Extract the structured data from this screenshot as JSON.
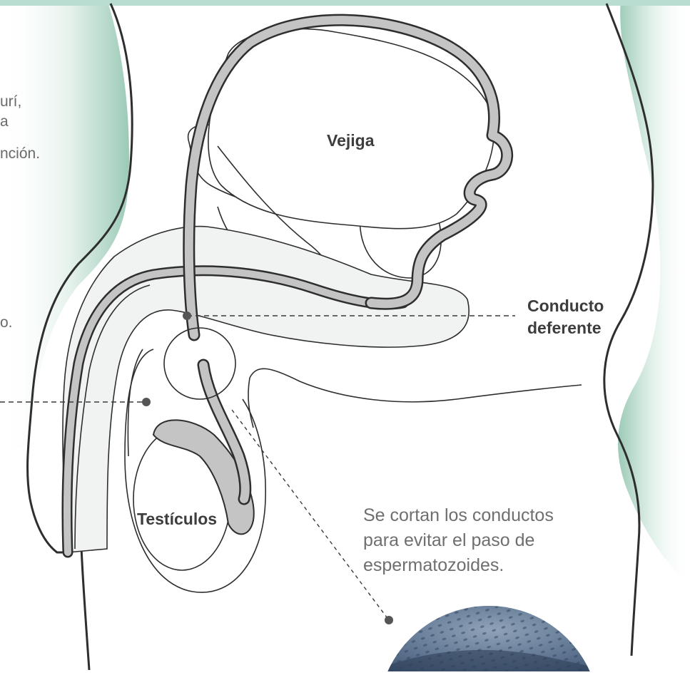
{
  "left_cut_text": {
    "line1": "urí,",
    "line2": "a",
    "line3": "nción.",
    "line4": "o."
  },
  "labels": {
    "bladder": "Vejiga",
    "vas_deferens": [
      "Conducto",
      "deferente"
    ],
    "testicles": "Testículos"
  },
  "caption": [
    "Se cortan los conductos",
    "para evitar el paso de",
    "espermatozoides."
  ],
  "colors": {
    "top_band": "#b9ddd0",
    "side_gradient": "#9ccab7",
    "outline": "#2e2e2e",
    "duct_fill": "#c4c4c4",
    "penis_fill": "#f1f3f2",
    "dot": "#555555"
  }
}
